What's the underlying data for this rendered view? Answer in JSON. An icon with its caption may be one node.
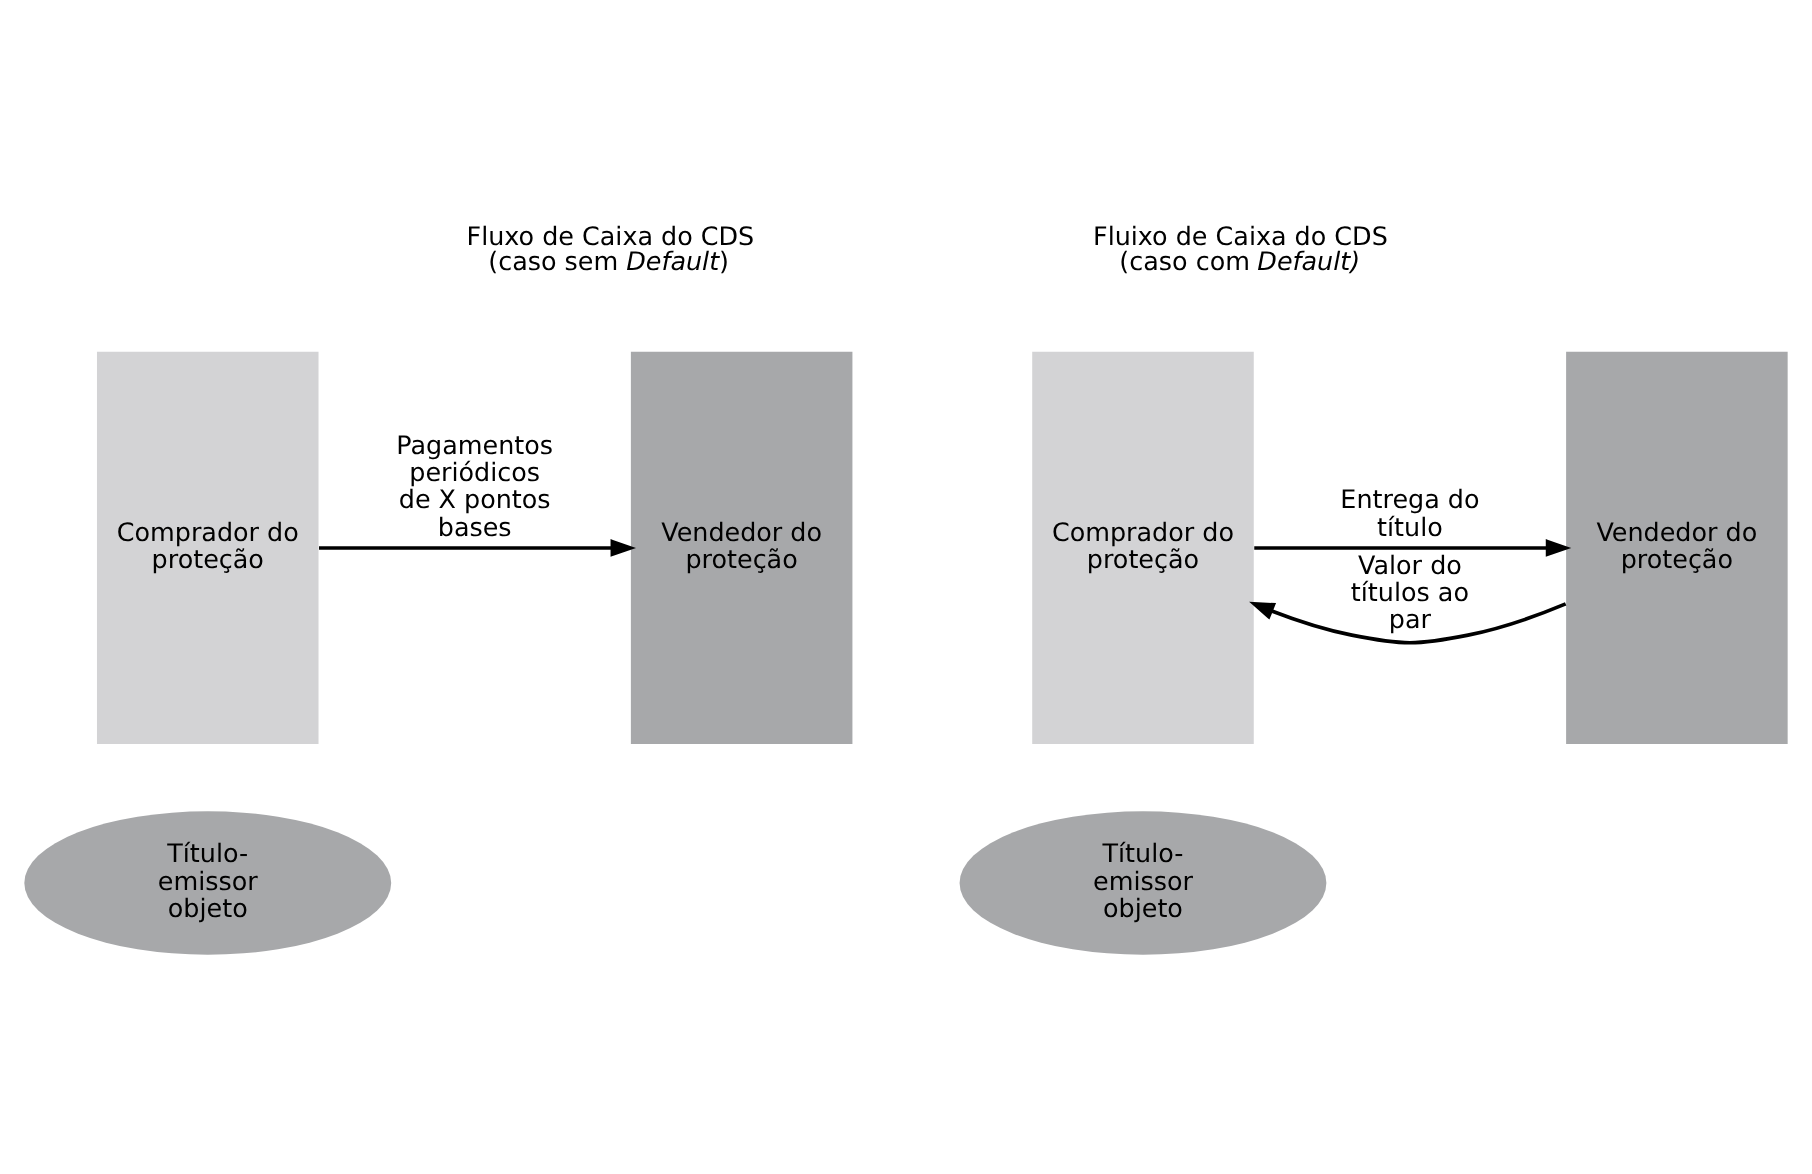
{
  "diagram": {
    "nodes": [
      {
        "text": [
          "Comprador do proteção"
        ]
      },
      {
        "text": [
          "Vendedor do proteção"
        ]
      },
      {
        "text": [
          "Título-emissor objeto"
        ]
      },
      {
        "text": [
          "Comprador do proteção"
        ]
      },
      {
        "text": [
          "Vendedor do proteção"
        ]
      },
      {
        "text": [
          "Título-emissor objeto"
        ]
      }
    ],
    "edges": [
      {
        "from": 0,
        "to": 1,
        "arrow": "to",
        "label": "Pagamentos periódicos de X pontos bases"
      },
      {
        "from": 4,
        "to": 3,
        "arrow": "to",
        "label": "Valor do títulos ao par"
      },
      {
        "from": 3,
        "to": 4,
        "arrow": "to",
        "label": "Entrega do título"
      }
    ],
    "labels": [
      "Fluxo de Caixa do CDS (caso sem *Default*)",
      "Fluixo de Caixa do CDS (caso com *Default)*"
    ]
  }
}
